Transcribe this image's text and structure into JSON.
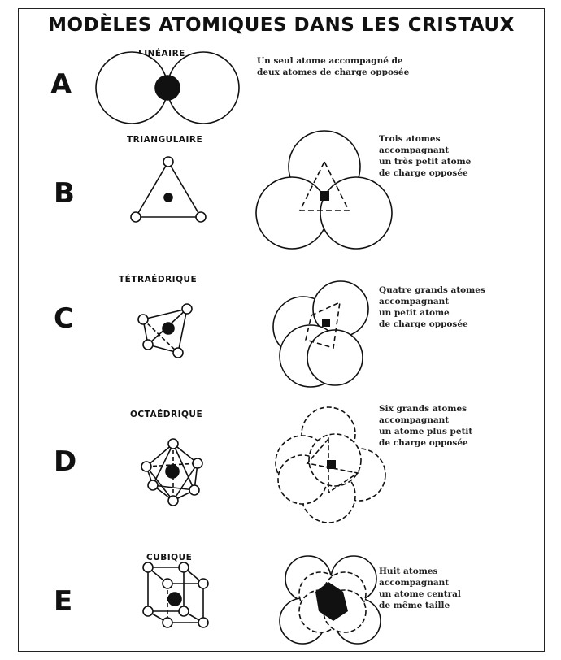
{
  "title": "MODÈLES ATOMIQUES DANS LES CRISTAUX",
  "rows": [
    {
      "letter": "A",
      "label": "LINÉAIRE",
      "description": "Un seul atome accompagné de\ndeux atomes de charge opposée"
    },
    {
      "letter": "B",
      "label": "TRIANGULAIRE",
      "description": "Trois atomes\naccompagnant\nun très petit atome\nde charge opposée"
    },
    {
      "letter": "C",
      "label": "TÉTRAÉDRIQUE",
      "description": "Quatre grands atomes\naccompagnant\nun petit atome\nde charge opposée"
    },
    {
      "letter": "D",
      "label": "OCTAÉDRIQUE",
      "description": "Six grands atomes\naccompagnant\nun atome plus petit\nde charge opposée"
    },
    {
      "letter": "E",
      "label": "CUBIQUE",
      "description": "Huit atomes\naccompagnant\nun atome central\nde même taille"
    }
  ],
  "colors": {
    "ink": "#111111",
    "paper": "#ffffff"
  }
}
